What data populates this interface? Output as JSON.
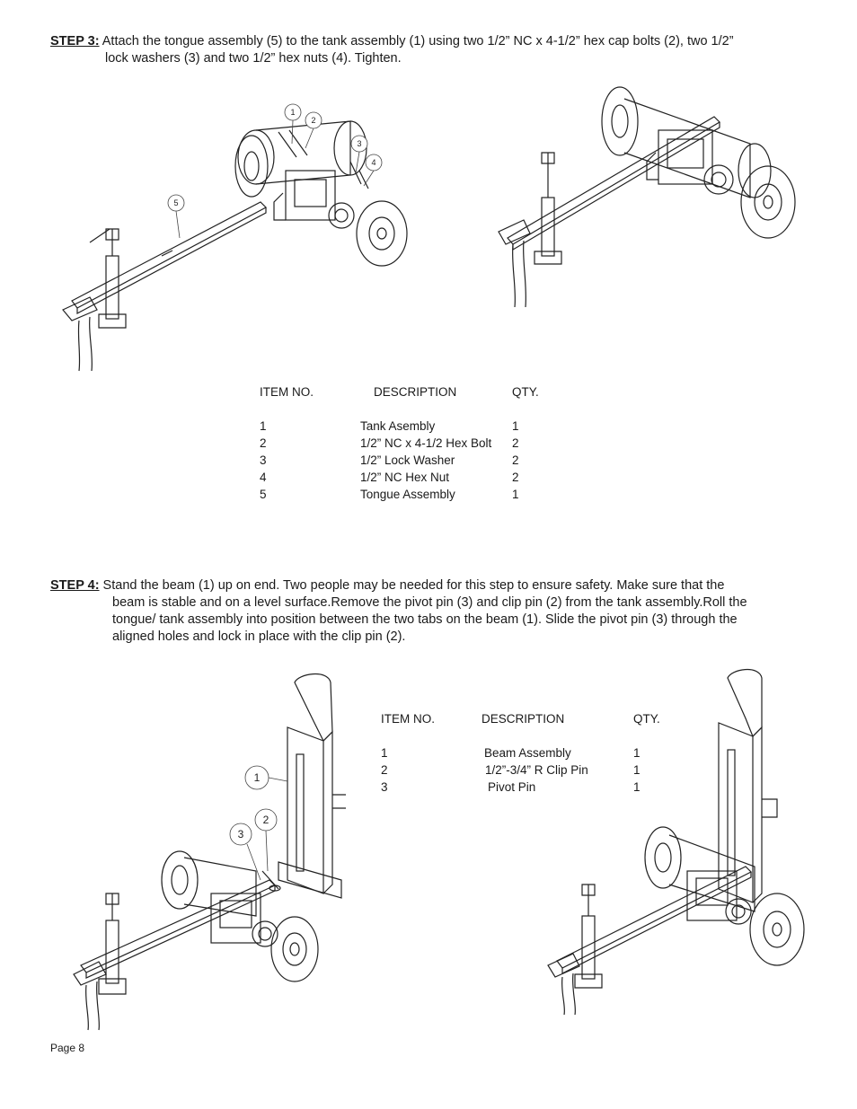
{
  "step3": {
    "label": "STEP 3:",
    "line1": " Attach the tongue assembly (5) to the tank assembly (1) using two 1/2” NC x 4-1/2” hex cap bolts (2), two 1/2”",
    "line2": "lock washers (3) and  two 1/2” hex nuts (4). Tighten."
  },
  "parts3": {
    "headers": {
      "item": "ITEM NO.",
      "description": "DESCRIPTION",
      "qty": "QTY."
    },
    "rows": [
      {
        "item": "1",
        "description": "Tank Asembly",
        "qty": "1"
      },
      {
        "item": "2",
        "description": "1/2” NC x 4-1/2 Hex Bolt",
        "qty": "2"
      },
      {
        "item": "3",
        "description": "1/2” Lock Washer",
        "qty": "2"
      },
      {
        "item": "4",
        "description": "1/2” NC Hex Nut",
        "qty": "2"
      },
      {
        "item": "5",
        "description": "Tongue Assembly",
        "qty": "1"
      }
    ]
  },
  "callouts3": [
    "1",
    "2",
    "3",
    "4",
    "5"
  ],
  "step4": {
    "label": "STEP 4:",
    "line1": "  Stand the beam (1) up on end. Two people may be needed for this step to ensure safety. Make sure that the",
    "line2": "beam is stable and on a level surface.Remove the pivot pin (3) and clip pin (2) from the tank assembly.Roll the",
    "line3": "tongue/ tank assembly into position between the two tabs on the beam (1). Slide the pivot pin (3) through the",
    "line4": "aligned holes and lock in place with the clip pin (2)."
  },
  "parts4": {
    "headers": {
      "item": "ITEM NO.",
      "description": "DESCRIPTION",
      "qty": "QTY."
    },
    "rows": [
      {
        "item": "1",
        "description": "Beam Assembly",
        "qty": "1"
      },
      {
        "item": "2",
        "description": "1/2”-3/4” R Clip Pin",
        "qty": "1"
      },
      {
        "item": "3",
        "description": "Pivot Pin",
        "qty": "1"
      }
    ]
  },
  "callouts4": [
    "1",
    "2",
    "3"
  ],
  "footer": {
    "page": "Page 8"
  },
  "colors": {
    "text": "#1a1a1a",
    "line": "#222222",
    "background": "#ffffff"
  }
}
